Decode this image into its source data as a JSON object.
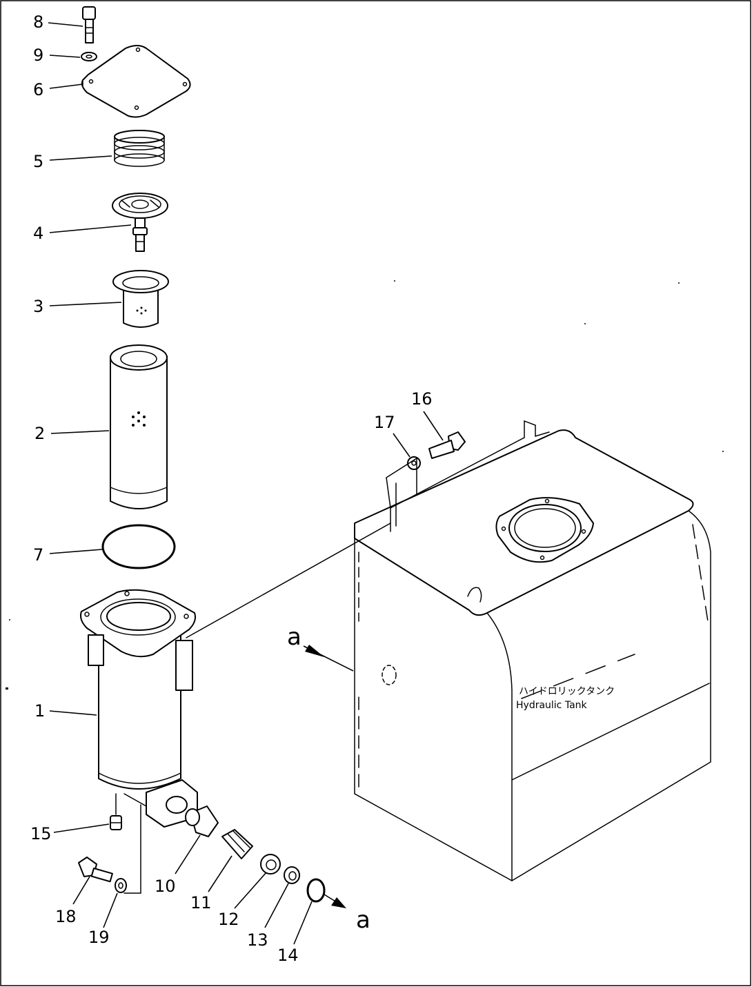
{
  "callouts": {
    "c1": "1",
    "c2": "2",
    "c3": "3",
    "c4": "4",
    "c5": "5",
    "c6": "6",
    "c7": "7",
    "c8": "8",
    "c9": "9",
    "c10": "10",
    "c11": "11",
    "c12": "12",
    "c13": "13",
    "c14": "14",
    "c15": "15",
    "c16": "16",
    "c17": "17",
    "c18": "18",
    "c19": "19"
  },
  "view_marker": {
    "upper": "a",
    "lower": "a"
  },
  "tank_label": {
    "japanese": "ハイドロリックタンク",
    "english": "Hydraulic  Tank"
  }
}
